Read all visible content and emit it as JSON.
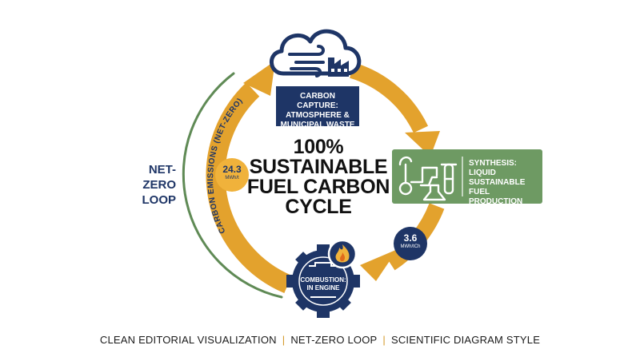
{
  "title_lines": [
    "100%",
    "SUSTAINABLE",
    "FUEL CARBON",
    "CYCLE"
  ],
  "loop_label_lines": [
    "NET-ZERO",
    "LOOP"
  ],
  "stages": {
    "capture": {
      "label_lines": [
        "CARBON CAPTURE:",
        "ATMOSPHERE &",
        "MUNICIPAL WASTE"
      ],
      "icon": "cloud-factory-icon"
    },
    "synthesis": {
      "label_lines": [
        "SYNTHESIS:",
        "LIQUID",
        "SUSTAINABLE",
        "FUEL PRODUCTION"
      ],
      "icon": "lab-flask-icon"
    },
    "combustion": {
      "label_lines": [
        "COMBUSTION:",
        "IN ENGINE"
      ],
      "icon": "engine-gear-icon"
    }
  },
  "arc_label": "CARBON EMISSIONS (NET-ZERO)",
  "badges": {
    "left": {
      "value": "24.3",
      "unit": "MWh/t"
    },
    "right": {
      "value": "3.6",
      "unit": "MWh/tCh"
    }
  },
  "footer": [
    "CLEAN EDITORIAL VISUALIZATION",
    "NET-ZERO LOOP",
    "SCIENTIFIC DIAGRAM STYLE"
  ],
  "colors": {
    "navy": "#1e3566",
    "orange": "#e3a22d",
    "orange_dark": "#c98718",
    "green_box": "#6e9a63",
    "green_line": "#5f8a55",
    "badge_fill": "#f0b23b"
  }
}
